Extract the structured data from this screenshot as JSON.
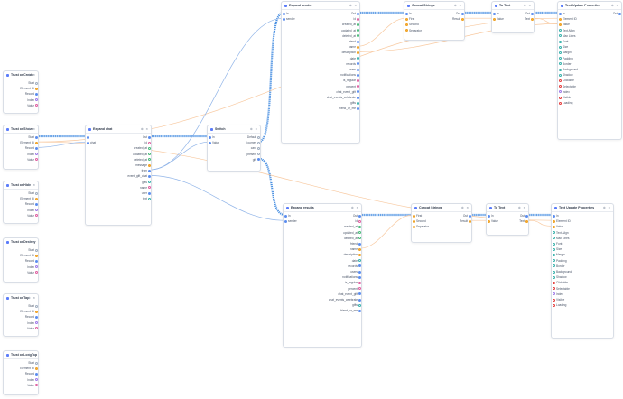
{
  "nodes": {
    "text_onCreate": {
      "title": "Trust onCreate",
      "inputs": [],
      "outputs": [
        {
          "label": "Start",
          "color": "gray"
        },
        {
          "label": "Element ID",
          "color": "orange"
        },
        {
          "label": "Record",
          "color": "blue"
        },
        {
          "label": "Index",
          "color": "purple"
        },
        {
          "label": "Value",
          "color": "pink"
        }
      ]
    },
    "text_onShow": {
      "title": "Trust onShow",
      "inputs": [],
      "outputs": [
        {
          "label": "Start",
          "color": "blue"
        },
        {
          "label": "Element ID",
          "color": "orange"
        },
        {
          "label": "Record",
          "color": "blue"
        },
        {
          "label": "Index",
          "color": "purple"
        },
        {
          "label": "Value",
          "color": "pink"
        }
      ]
    },
    "text_onHide": {
      "title": "Trust onHide",
      "inputs": [],
      "outputs": [
        {
          "label": "Start",
          "color": "gray"
        },
        {
          "label": "Element ID",
          "color": "orange"
        },
        {
          "label": "Record",
          "color": "blue"
        },
        {
          "label": "Index",
          "color": "purple"
        },
        {
          "label": "Value",
          "color": "pink"
        }
      ]
    },
    "text_onDestroy": {
      "title": "Trust onDestroy",
      "inputs": [],
      "outputs": [
        {
          "label": "Start",
          "color": "gray"
        },
        {
          "label": "Element ID",
          "color": "orange"
        },
        {
          "label": "Record",
          "color": "blue"
        },
        {
          "label": "Index",
          "color": "purple"
        },
        {
          "label": "Value",
          "color": "pink"
        }
      ]
    },
    "text_onTap": {
      "title": "Trust onTap",
      "inputs": [],
      "outputs": [
        {
          "label": "Start",
          "color": "gray"
        },
        {
          "label": "Element ID",
          "color": "orange"
        },
        {
          "label": "Record",
          "color": "blue"
        },
        {
          "label": "Index",
          "color": "purple"
        },
        {
          "label": "Value",
          "color": "pink"
        }
      ]
    },
    "text_onLongTap": {
      "title": "Trust onLongTap",
      "inputs": [],
      "outputs": [
        {
          "label": "Start",
          "color": "gray"
        },
        {
          "label": "Element ID",
          "color": "orange"
        },
        {
          "label": "Record",
          "color": "blue"
        },
        {
          "label": "Index",
          "color": "purple"
        },
        {
          "label": "Value",
          "color": "pink"
        }
      ]
    },
    "expand_chat": {
      "title": "Expand chat",
      "inputs": [
        {
          "label": "",
          "color": "blue"
        },
        {
          "label": "chat",
          "color": "blue"
        }
      ],
      "outputs": [
        {
          "label": "Out",
          "color": "blue"
        },
        {
          "label": "id",
          "color": "pink"
        },
        {
          "label": "created_at",
          "color": "green"
        },
        {
          "label": "updated_at",
          "color": "green"
        },
        {
          "label": "deleted_at",
          "color": "green"
        },
        {
          "label": "message",
          "color": "orange"
        },
        {
          "label": "from",
          "color": "blue"
        },
        {
          "label": "event_gift_chat",
          "color": "blue"
        },
        {
          "label": "gifts",
          "color": "teal"
        },
        {
          "label": "name",
          "color": "pink"
        },
        {
          "label": "user",
          "color": "blue"
        },
        {
          "label": "text",
          "color": "teal"
        }
      ]
    },
    "switch": {
      "title": "Switch",
      "inputs": [
        {
          "label": "In",
          "color": "blue"
        },
        {
          "label": "Value",
          "color": "blue"
        }
      ],
      "outputs": [
        {
          "label": "Default",
          "color": "gray"
        },
        {
          "label": "journey",
          "color": "gray"
        },
        {
          "label": "card",
          "color": "gray"
        },
        {
          "label": "present",
          "color": "gray"
        },
        {
          "label": "gift",
          "color": "blue"
        }
      ]
    },
    "expand_sender": {
      "title": "Expand sender",
      "inputs": [
        {
          "label": "In",
          "color": "blue"
        },
        {
          "label": "sender",
          "color": "blue"
        }
      ],
      "outputs": [
        {
          "label": "Out",
          "color": "blue"
        },
        {
          "label": "id",
          "color": "pink"
        },
        {
          "label": "created_at",
          "color": "green"
        },
        {
          "label": "updated_at",
          "color": "green"
        },
        {
          "label": "deleted_at",
          "color": "green"
        },
        {
          "label": "friend",
          "color": "blue"
        },
        {
          "label": "name",
          "color": "orange"
        },
        {
          "label": "description",
          "color": "orange"
        },
        {
          "label": "date",
          "color": "teal"
        },
        {
          "label": "records",
          "color": "blue"
        },
        {
          "label": "users",
          "color": "blue"
        },
        {
          "label": "notifications",
          "color": "blue"
        },
        {
          "label": "is_regular",
          "color": "pink"
        },
        {
          "label": "percent",
          "color": "pink"
        },
        {
          "label": "chat_event_gift",
          "color": "blue"
        },
        {
          "label": "chat_events_celebrate",
          "color": "blue"
        },
        {
          "label": "gifts",
          "color": "teal"
        },
        {
          "label": "friend_or_me",
          "color": "blue"
        }
      ]
    },
    "expand_results": {
      "title": "Expand results",
      "inputs": [
        {
          "label": "In",
          "color": "blue"
        },
        {
          "label": "sender",
          "color": "blue"
        }
      ],
      "outputs": [
        {
          "label": "Out",
          "color": "blue"
        },
        {
          "label": "id",
          "color": "pink"
        },
        {
          "label": "created_at",
          "color": "green"
        },
        {
          "label": "updated_at",
          "color": "green"
        },
        {
          "label": "deleted_at",
          "color": "green"
        },
        {
          "label": "friend",
          "color": "blue"
        },
        {
          "label": "name",
          "color": "orange"
        },
        {
          "label": "description",
          "color": "orange"
        },
        {
          "label": "date",
          "color": "teal"
        },
        {
          "label": "records",
          "color": "blue"
        },
        {
          "label": "users",
          "color": "blue"
        },
        {
          "label": "notifications",
          "color": "blue"
        },
        {
          "label": "is_regular",
          "color": "pink"
        },
        {
          "label": "percent",
          "color": "pink"
        },
        {
          "label": "chat_event_gift",
          "color": "blue"
        },
        {
          "label": "chat_events_celebrate",
          "color": "blue"
        },
        {
          "label": "gifts",
          "color": "teal"
        },
        {
          "label": "friend_or_me",
          "color": "blue"
        }
      ]
    },
    "concat_top": {
      "title": "Concat Strings",
      "inputs": [
        {
          "label": "In",
          "color": "blue"
        },
        {
          "label": "First",
          "color": "orange"
        },
        {
          "label": "Second",
          "color": "orange"
        },
        {
          "label": "Separator",
          "color": "orange"
        }
      ],
      "outputs": [
        {
          "label": "Out",
          "color": "blue"
        },
        {
          "label": "Result",
          "color": "orange"
        }
      ]
    },
    "concat_bottom": {
      "title": "Concat Strings",
      "inputs": [
        {
          "label": "First",
          "color": "orange"
        },
        {
          "label": "Second",
          "color": "orange"
        },
        {
          "label": "Separator",
          "color": "orange"
        }
      ],
      "outputs": [
        {
          "label": "Out",
          "color": "blue"
        },
        {
          "label": "Result",
          "color": "orange"
        }
      ]
    },
    "totext_top": {
      "title": "To Text",
      "inputs": [
        {
          "label": "In",
          "color": "blue"
        },
        {
          "label": "Value",
          "color": "orange"
        }
      ],
      "outputs": [
        {
          "label": "Out",
          "color": "blue"
        },
        {
          "label": "Text",
          "color": "orange"
        }
      ]
    },
    "totext_bottom": {
      "title": "To Text",
      "inputs": [
        {
          "label": "In",
          "color": "blue"
        },
        {
          "label": "Value",
          "color": "orange"
        }
      ],
      "outputs": [
        {
          "label": "Out",
          "color": "blue"
        },
        {
          "label": "Text",
          "color": "orange"
        }
      ]
    },
    "update_top": {
      "title": "Text Update Properties",
      "inputs": [
        {
          "label": "In",
          "color": "blue"
        },
        {
          "label": "Element ID",
          "color": "orange"
        },
        {
          "label": "Value",
          "color": "orange"
        },
        {
          "label": "Text Align",
          "color": "teal"
        },
        {
          "label": "Max Lines",
          "color": "teal"
        },
        {
          "label": "Font",
          "color": "teal"
        },
        {
          "label": "Size",
          "color": "teal"
        },
        {
          "label": "Margin",
          "color": "teal"
        },
        {
          "label": "Padding",
          "color": "teal"
        },
        {
          "label": "Border",
          "color": "teal"
        },
        {
          "label": "Background",
          "color": "teal"
        },
        {
          "label": "Shadow",
          "color": "teal"
        },
        {
          "label": "Clickable",
          "color": "red"
        },
        {
          "label": "Selectable",
          "color": "red"
        },
        {
          "label": "Index",
          "color": "purple"
        },
        {
          "label": "Visible",
          "color": "red"
        },
        {
          "label": "Loading",
          "color": "red"
        }
      ],
      "outputs": [
        {
          "label": "Out",
          "color": "blue"
        }
      ]
    },
    "update_bottom": {
      "title": "Text Update Properties",
      "inputs": [
        {
          "label": "In",
          "color": "blue"
        },
        {
          "label": "Element ID",
          "color": "orange"
        },
        {
          "label": "Value",
          "color": "orange"
        },
        {
          "label": "Text Align",
          "color": "teal"
        },
        {
          "label": "Max Lines",
          "color": "teal"
        },
        {
          "label": "Font",
          "color": "teal"
        },
        {
          "label": "Size",
          "color": "teal"
        },
        {
          "label": "Margin",
          "color": "teal"
        },
        {
          "label": "Padding",
          "color": "teal"
        },
        {
          "label": "Border",
          "color": "teal"
        },
        {
          "label": "Background",
          "color": "teal"
        },
        {
          "label": "Shadow",
          "color": "teal"
        },
        {
          "label": "Clickable",
          "color": "red"
        },
        {
          "label": "Selectable",
          "color": "red"
        },
        {
          "label": "Index",
          "color": "purple"
        },
        {
          "label": "Visible",
          "color": "red"
        },
        {
          "label": "Loading",
          "color": "red"
        }
      ],
      "outputs": []
    }
  },
  "colors": {
    "exec_wire": "#4a90e2",
    "data_wire": "#f8c9a0",
    "blue_wire": "#90b4e8",
    "accent": "#4a6cf7"
  }
}
